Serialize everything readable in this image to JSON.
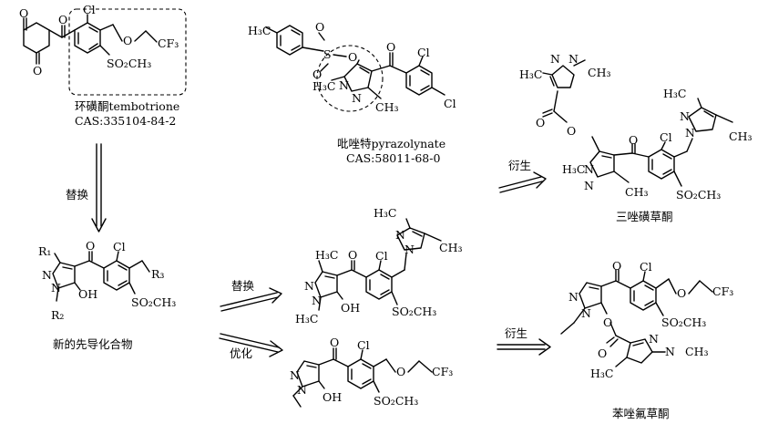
{
  "compounds": {
    "tembotrione": {
      "name": "环磺酮tembotrione",
      "cas": "CAS:335104-84-2"
    },
    "pyrazolynate": {
      "name": "吡唑特pyrazolynate",
      "cas": "CAS:58011-68-0"
    },
    "lead": {
      "name": "新的先导化合物"
    },
    "tripyrasulfone": {
      "name": "三唑磺草酮"
    },
    "fenpyrasulfone": {
      "name": "苯唑氟草酮"
    }
  },
  "arrows": {
    "replace_down": "替换",
    "replace_right": "替换",
    "optimize": "优化",
    "derive_top": "衍生",
    "derive_bottom": "衍生"
  },
  "atoms": {
    "O": "O",
    "Cl": "Cl",
    "N": "N",
    "S": "S",
    "OH": "OH",
    "SO2CH3": "SO₂CH₃",
    "CF3": "CF₃",
    "H3C": "H₃C",
    "CH3": "CH₃",
    "R1": "R₁",
    "R2": "R₂",
    "R3": "R₃"
  }
}
